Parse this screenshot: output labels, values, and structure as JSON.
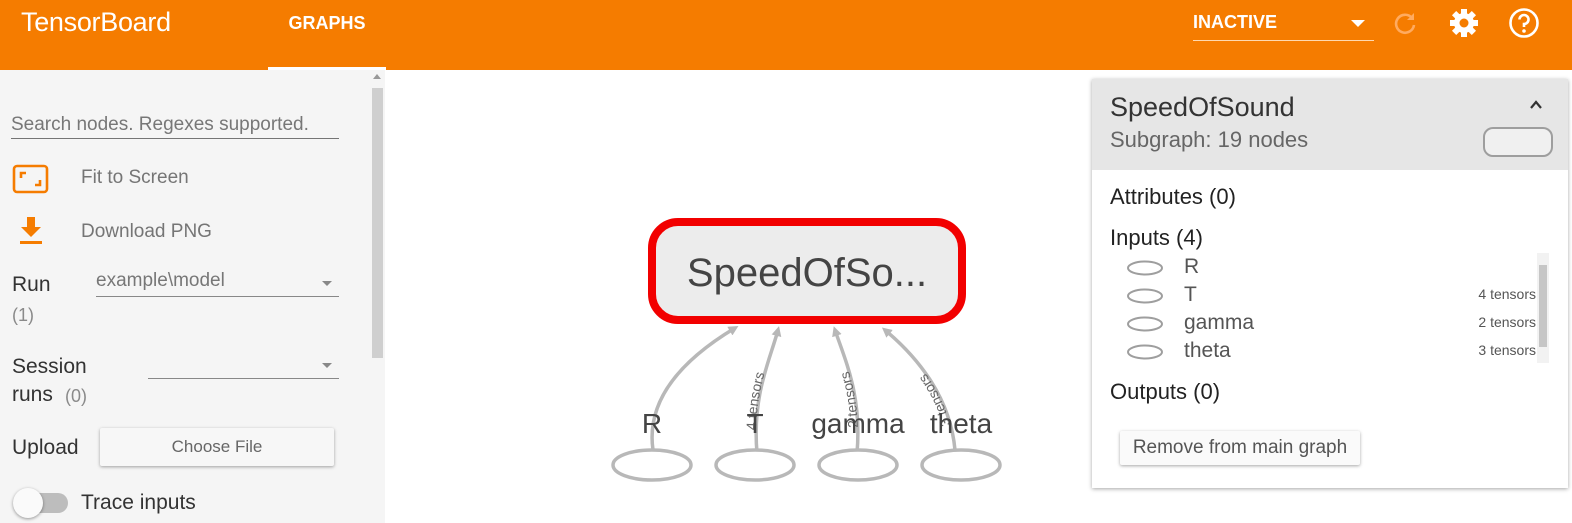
{
  "header": {
    "brand": "TensorBoard",
    "tab": "GRAPHS",
    "status_select": "INACTIVE",
    "icons": [
      "refresh-icon",
      "gear-icon",
      "help-icon"
    ]
  },
  "sidebar": {
    "search_placeholder": "Search nodes. Regexes supported.",
    "fit_label": "Fit to Screen",
    "download_label": "Download PNG",
    "run_label": "Run",
    "run_count": "(1)",
    "run_value": "example\\model",
    "session_label_1": "Session",
    "session_label_2": "runs",
    "session_count": "(0)",
    "session_value": "",
    "upload_label": "Upload",
    "choose_file": "Choose File",
    "trace_label": "Trace inputs"
  },
  "graph": {
    "main_node": "SpeedOfSo...",
    "inputs": [
      "R",
      "T",
      "gamma",
      "theta"
    ],
    "edge_labels": [
      "4 tensors",
      "2 tensors",
      "3 tensors"
    ]
  },
  "info_card": {
    "title": "SpeedOfSound",
    "subtitle": "Subgraph: 19 nodes",
    "attributes": "Attributes (0)",
    "inputs_header": "Inputs (4)",
    "inputs": [
      {
        "name": "R",
        "count": ""
      },
      {
        "name": "T",
        "count": "4 tensors"
      },
      {
        "name": "gamma",
        "count": "2 tensors"
      },
      {
        "name": "theta",
        "count": "3 tensors"
      }
    ],
    "outputs_header": "Outputs (0)",
    "remove_button": "Remove from main graph"
  },
  "colors": {
    "header": "#f57c00",
    "accent": "#f57c00",
    "selected_node_border": "#f20000",
    "edge": "#b8b8b8"
  }
}
